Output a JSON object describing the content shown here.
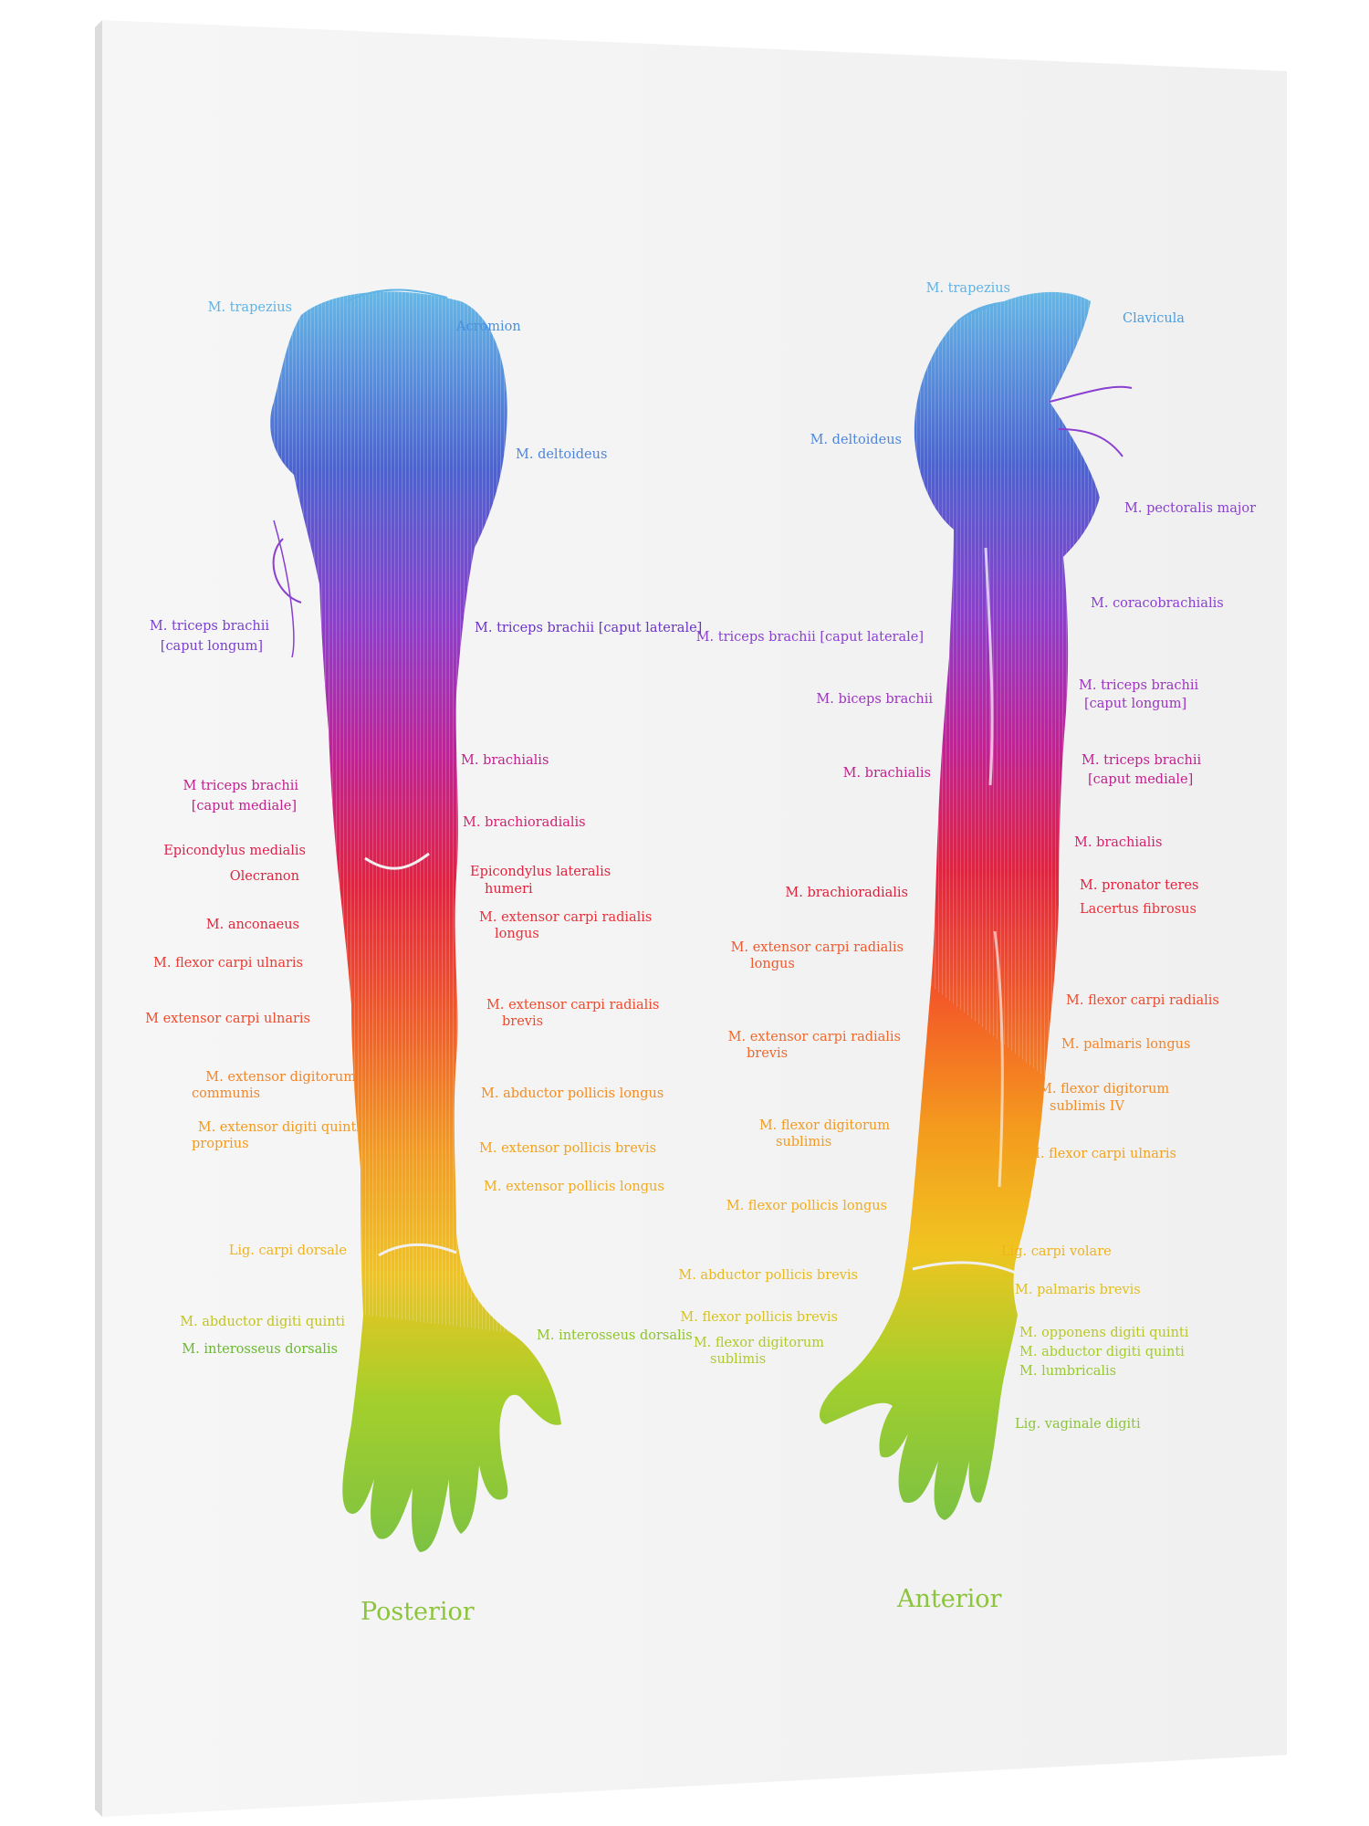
{
  "colors": {
    "background": "#ffffff",
    "poster": "#f3f3f3",
    "gradient": [
      "#5fb3e6",
      "#4e6bd6",
      "#8a3fd1",
      "#c2219a",
      "#e62146",
      "#f25a2a",
      "#f39a1e",
      "#f2c21e",
      "#a8cf2a",
      "#7ac143"
    ]
  },
  "views": {
    "posterior": "Posterior",
    "anterior": "Anterior"
  },
  "posterior_labels": [
    "M. trapezius",
    "Acromion",
    "M. deltoideus",
    "M. triceps brachii",
    "[caput longum]",
    "M. triceps brachii [caput laterale]",
    "M. brachialis",
    "M  triceps brachii",
    "[caput mediale]",
    "M. brachioradialis",
    "Epicondylus medialis",
    "Olecranon",
    "Epicondylus lateralis",
    "humeri",
    "M. anconaeus",
    "M. extensor carpi radialis",
    "longus",
    "M. flexor carpi ulnaris",
    "M  extensor carpi ulnaris",
    "M. extensor carpi radialis",
    "brevis",
    "M. extensor digitorum",
    "communis",
    "M. abductor pollicis longus",
    "M. extensor digiti quinti",
    "proprius",
    "M. extensor pollicis brevis",
    "M. extensor pollicis longus",
    "Lig. carpi dorsale",
    "M. abductor digiti quinti",
    "M. interosseus dorsalis",
    "M. interosseus dorsalis"
  ],
  "anterior_labels": [
    "M. trapezius",
    "Clavicula",
    "M. deltoideus",
    "M. pectoralis major",
    "M. coracobrachialis",
    "M. triceps brachii [caput laterale]",
    "M. triceps brachii",
    "[caput longum]",
    "M. biceps brachii",
    "M. brachialis",
    "M. triceps brachii",
    "[caput mediale]",
    "M. brachialis",
    "M. pronator teres",
    "M. brachioradialis",
    "Lacertus fibrosus",
    "M. extensor carpi radialis",
    "longus",
    "M. flexor carpi radialis",
    "M. extensor carpi radialis",
    "brevis",
    "M. palmaris longus",
    "M. flexor digitorum",
    "sublimis IV",
    "M. flexor digitorum",
    "sublimis",
    "M. flexor carpi ulnaris",
    "M. flexor pollicis longus",
    "Lig. carpi volare",
    "M. abductor pollicis brevis",
    "M. palmaris brevis",
    "M. flexor pollicis brevis",
    "M. opponens digiti quinti",
    "M. flexor digitorum",
    "sublimis",
    "M. abductor digiti quinti",
    "M. lumbricalis",
    "Lig. vaginale digiti"
  ]
}
